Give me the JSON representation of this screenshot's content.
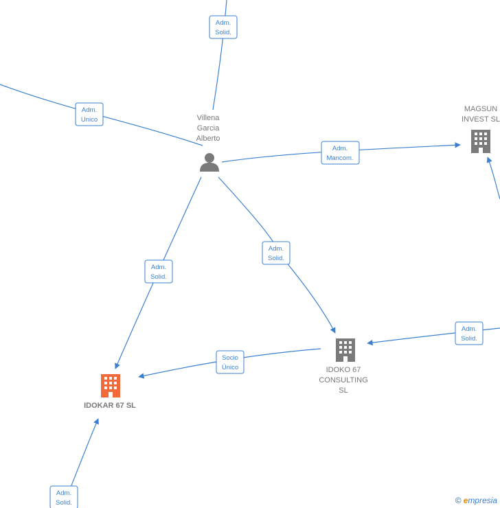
{
  "nodes": {
    "person": {
      "lines": [
        "Villena",
        "Garcia",
        "Alberto"
      ],
      "icon": "person-icon",
      "color": "#7a7a7a"
    },
    "magsun": {
      "lines": [
        "MAGSUN",
        "INVEST  SL"
      ],
      "icon": "building-icon",
      "color": "#7a7a7a"
    },
    "idoko": {
      "lines": [
        "IDOKO 67",
        "CONSULTING",
        "SL"
      ],
      "icon": "building-icon",
      "color": "#7a7a7a"
    },
    "idokar": {
      "lines": [
        "IDOKAR 67  SL"
      ],
      "icon": "building-icon",
      "color": "#f26a3a"
    }
  },
  "edges": [
    {
      "id": "top",
      "label": [
        "Adm.",
        "Solid."
      ]
    },
    {
      "id": "left",
      "label": [
        "Adm.",
        "Unico"
      ]
    },
    {
      "id": "magsun",
      "label": [
        "Adm.",
        "Mancom."
      ]
    },
    {
      "id": "idokar",
      "label": [
        "Adm.",
        "Solid."
      ]
    },
    {
      "id": "idoko",
      "label": [
        "Adm.",
        "Solid."
      ]
    },
    {
      "id": "idoko-right",
      "label": [
        "Adm.",
        "Solid."
      ]
    },
    {
      "id": "socio",
      "label": [
        "Socio",
        "Único"
      ]
    },
    {
      "id": "bottom",
      "label": [
        "Adm.",
        "Solid."
      ]
    }
  ],
  "watermark": {
    "copyright": "©",
    "brand_initial": "e",
    "brand_rest": "mpresia"
  },
  "colors": {
    "edge": "#3a7fd0",
    "node_gray": "#7a7a7a",
    "highlight": "#f26a3a"
  }
}
